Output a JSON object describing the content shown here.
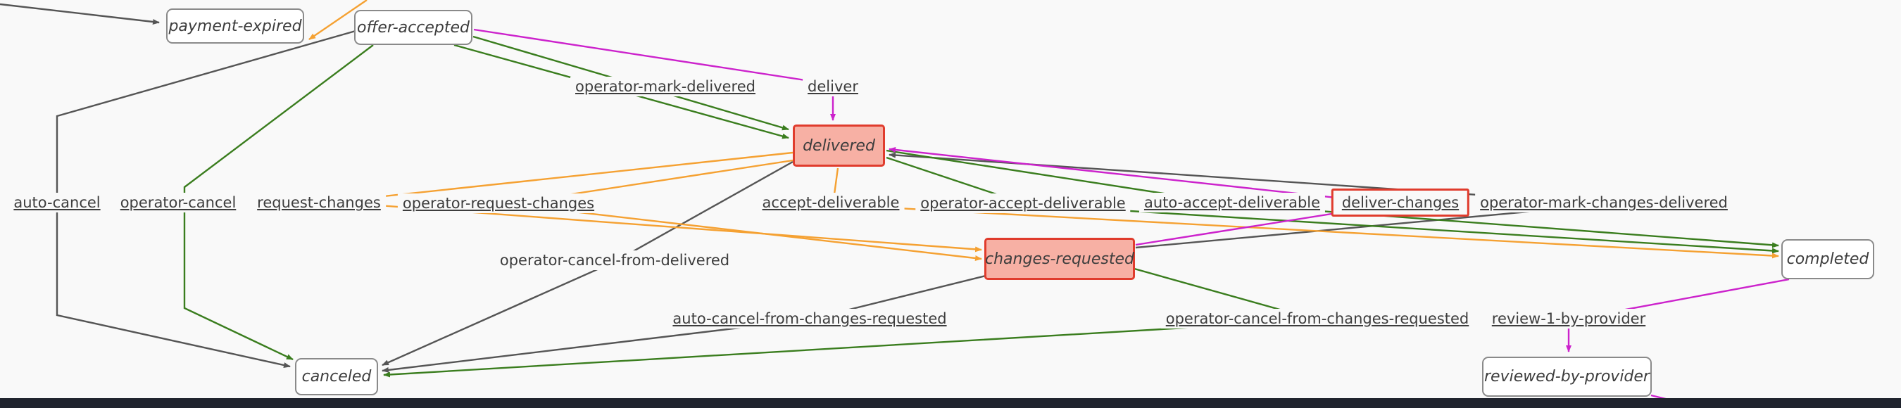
{
  "diagram": {
    "nodes": {
      "payment_expired": {
        "label": "payment-expired"
      },
      "offer_accepted": {
        "label": "offer-accepted"
      },
      "delivered": {
        "label": "delivered"
      },
      "changes_requested": {
        "label": "changes-requested"
      },
      "completed": {
        "label": "completed"
      },
      "canceled": {
        "label": "canceled"
      },
      "reviewed_by_provider": {
        "label": "reviewed-by-provider"
      }
    },
    "transitions": {
      "operator_mark_delivered": {
        "label": "operator-mark-delivered"
      },
      "deliver": {
        "label": "deliver"
      },
      "auto_cancel": {
        "label": "auto-cancel"
      },
      "operator_cancel": {
        "label": "operator-cancel"
      },
      "request_changes": {
        "label": "request-changes"
      },
      "operator_request_changes": {
        "label": "operator-request-changes"
      },
      "accept_deliverable": {
        "label": "accept-deliverable"
      },
      "operator_accept_deliverable": {
        "label": "operator-accept-deliverable"
      },
      "auto_accept_deliverable": {
        "label": "auto-accept-deliverable"
      },
      "deliver_changes": {
        "label": "deliver-changes"
      },
      "operator_mark_changes_delivered": {
        "label": "operator-mark-changes-delivered"
      },
      "operator_cancel_from_delivered": {
        "label": "operator-cancel-from-delivered"
      },
      "auto_cancel_from_changes_requested": {
        "label": "auto-cancel-from-changes-requested"
      },
      "operator_cancel_from_changes_requested": {
        "label": "operator-cancel-from-changes-requested"
      },
      "review_1_by_provider": {
        "label": "review-1-by-provider"
      }
    },
    "colors": {
      "edge_gray": "#555555",
      "edge_green": "#3a7d1e",
      "edge_orange": "#f5a132",
      "edge_magenta": "#cc22cc",
      "node_border": "#8a8a8a",
      "node_fill": "#ffffff",
      "highlight_fill": "#f7b0a4",
      "highlight_border": "#e03c2d",
      "text": "#3d3d3d",
      "background": "#f9f9f9",
      "footer": "#20242e"
    }
  }
}
